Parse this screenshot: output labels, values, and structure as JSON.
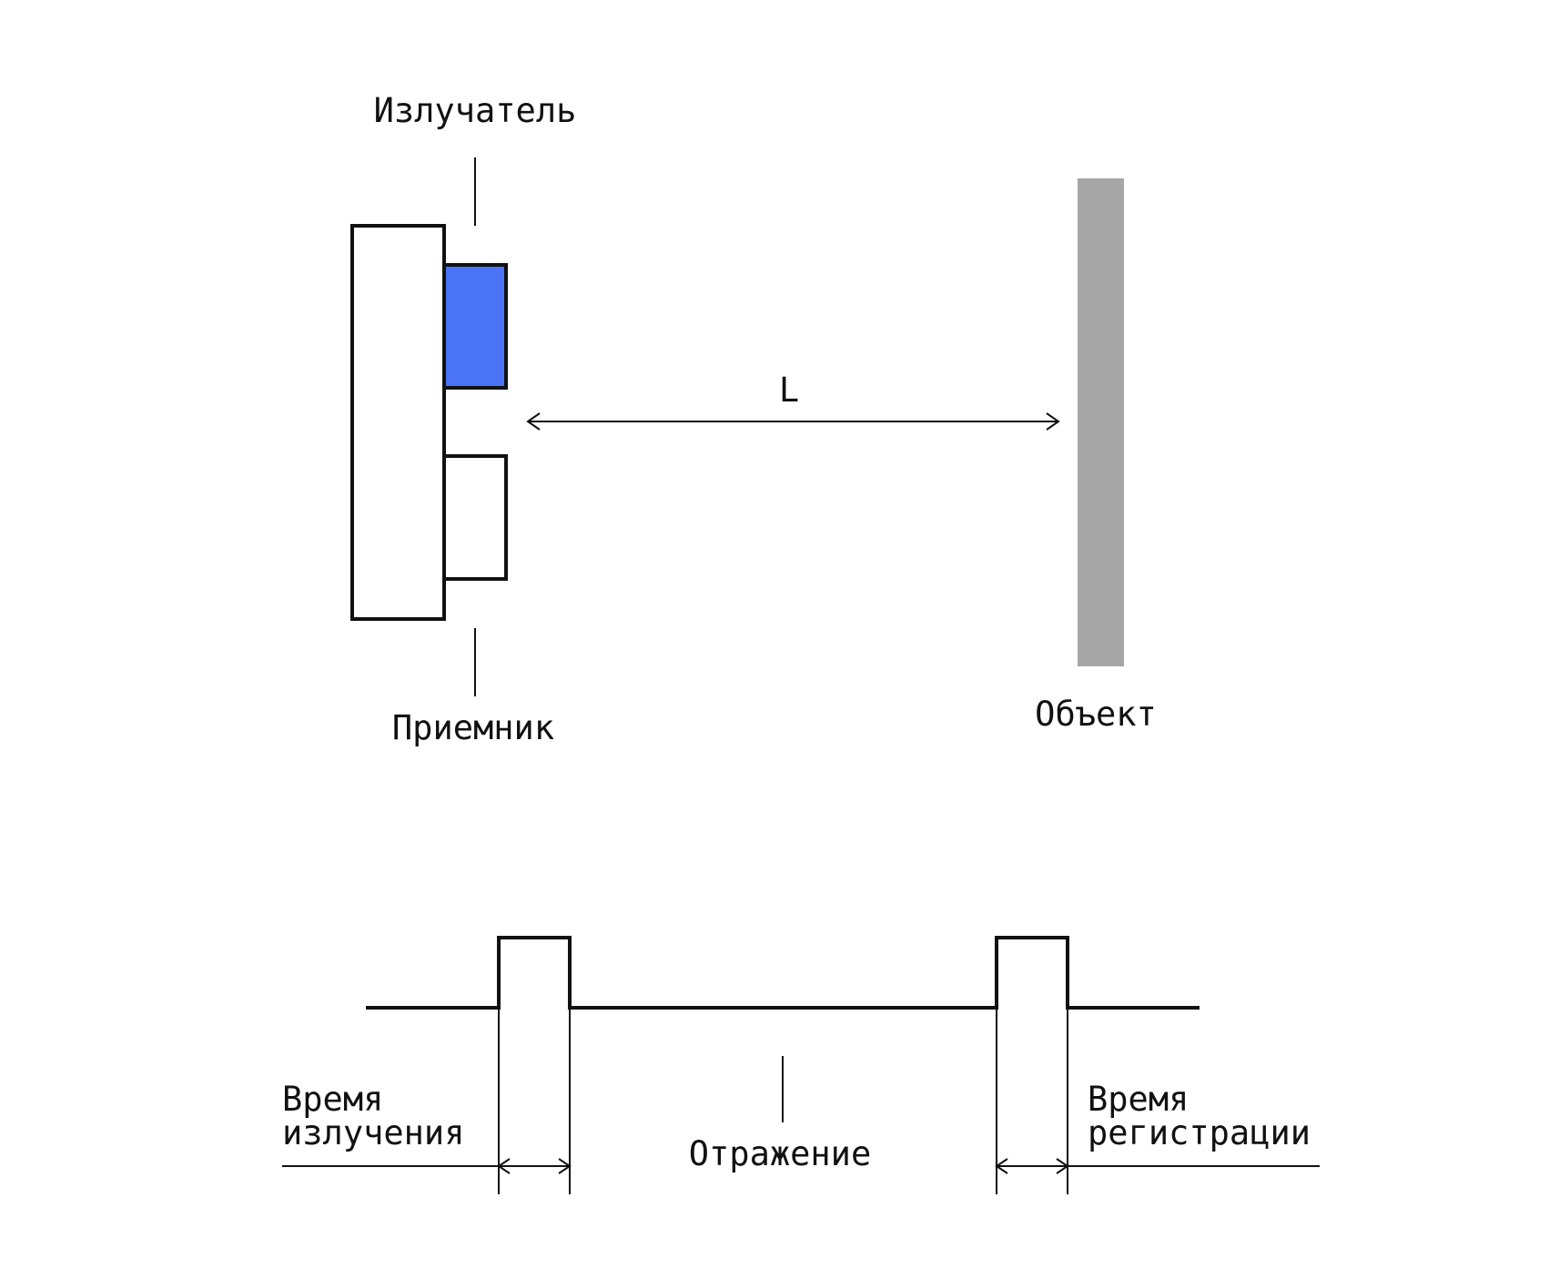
{
  "labels": {
    "emitter": "Излучатель",
    "receiver": "Приемник",
    "distance": "L",
    "object": "Объект",
    "emission_time_line1": "Время",
    "emission_time_line2": "излучения",
    "reflection": "Отражение",
    "registration_time_line1": "Время",
    "registration_time_line2": "регистрации"
  },
  "colors": {
    "emitter_fill": "#4a74f5",
    "object_fill": "#a6a6a6",
    "stroke": "#111111",
    "background": "#ffffff"
  }
}
